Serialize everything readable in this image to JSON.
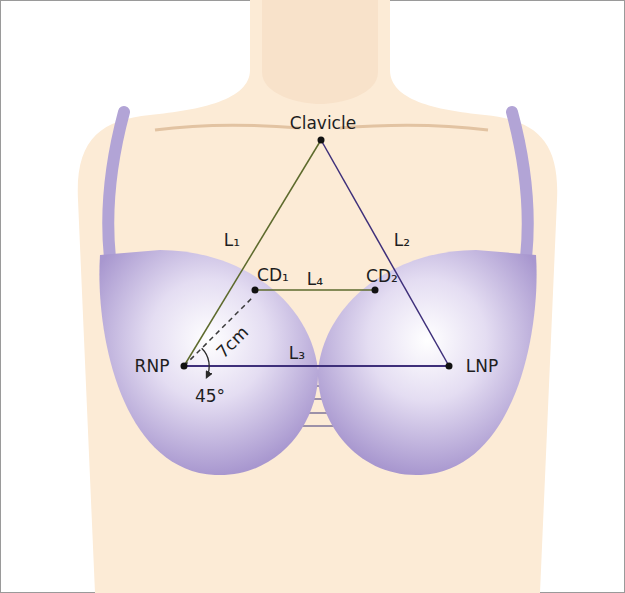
{
  "diagram": {
    "labels": [
      "Clavicle",
      "L₁",
      "L₂",
      "CD₁",
      "L₄",
      "CD₂",
      "7cm",
      "RNP",
      "L₃",
      "LNP",
      "45°"
    ]
  }
}
